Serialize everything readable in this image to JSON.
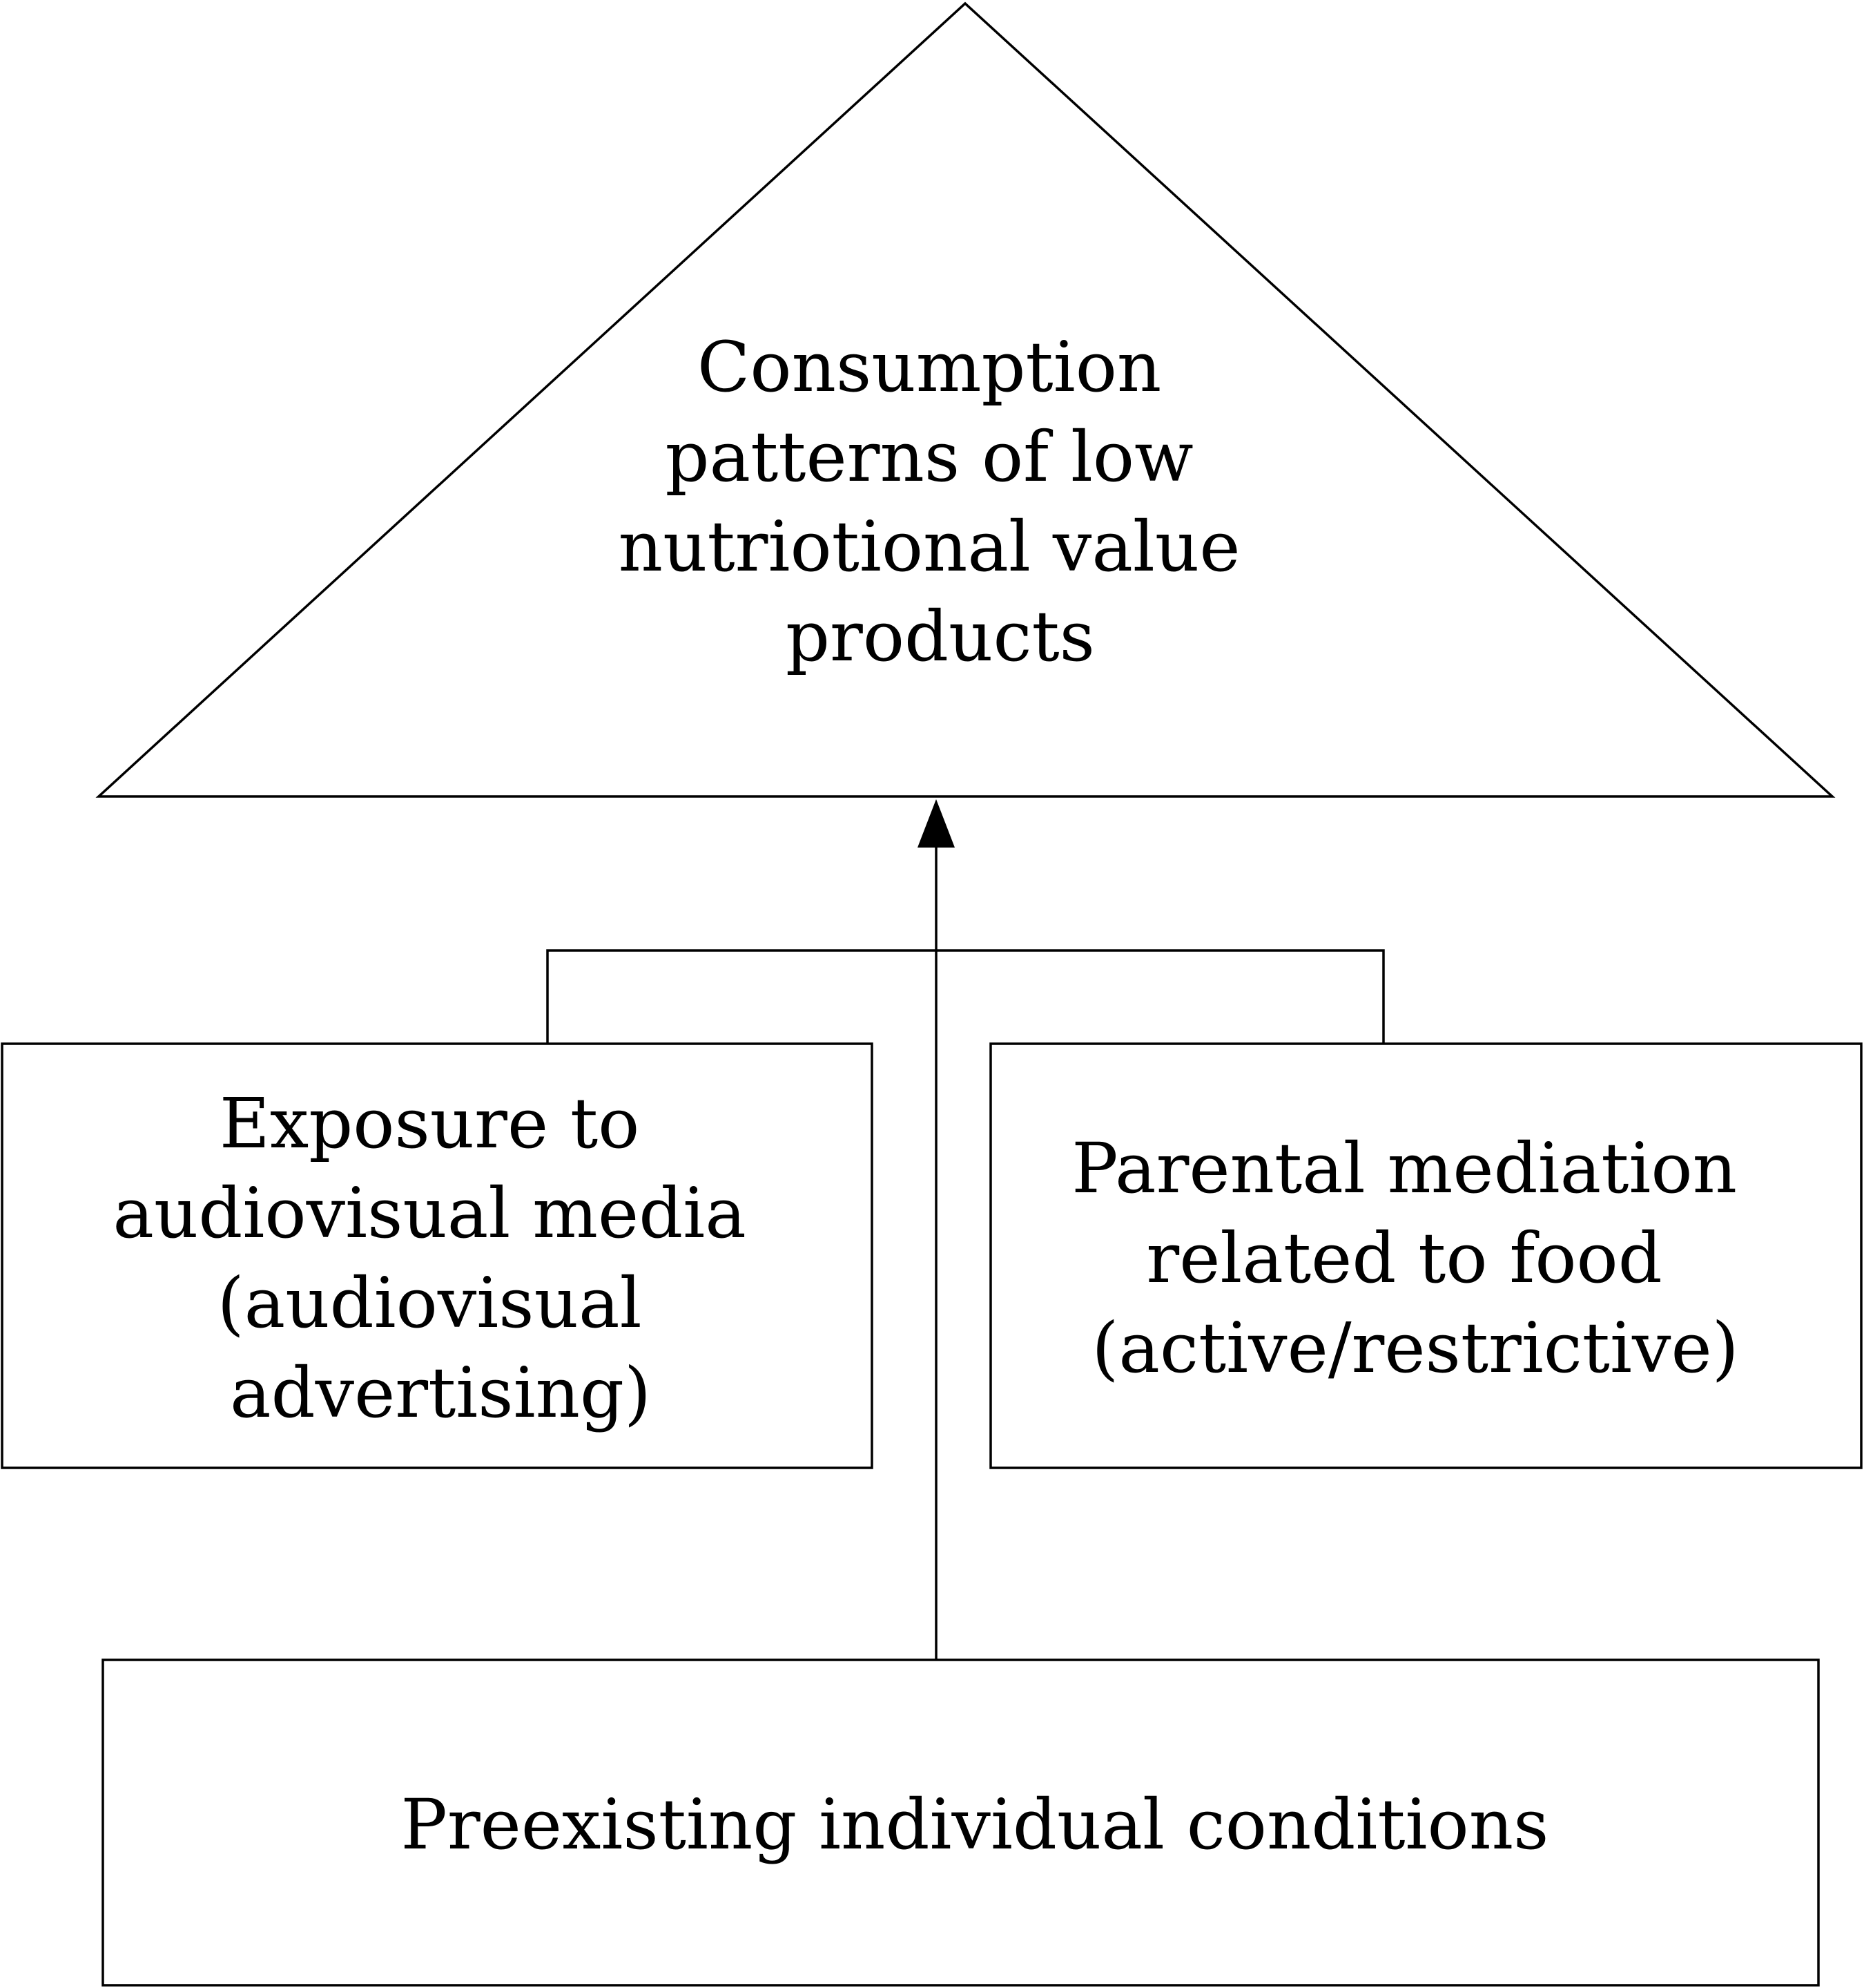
{
  "diagram": {
    "top_triangle": {
      "lines": [
        "Consumption",
        "patterns of low",
        "nutriotional value",
        "products"
      ]
    },
    "left_box": {
      "lines": [
        "Exposure to",
        "audiovisual media",
        "(audiovisual",
        "advertising)"
      ]
    },
    "right_box": {
      "lines": [
        "Parental mediation",
        "related to food",
        "(active/restrictive)"
      ]
    },
    "bottom_box": {
      "lines": [
        "Preexisting individual conditions"
      ]
    }
  }
}
